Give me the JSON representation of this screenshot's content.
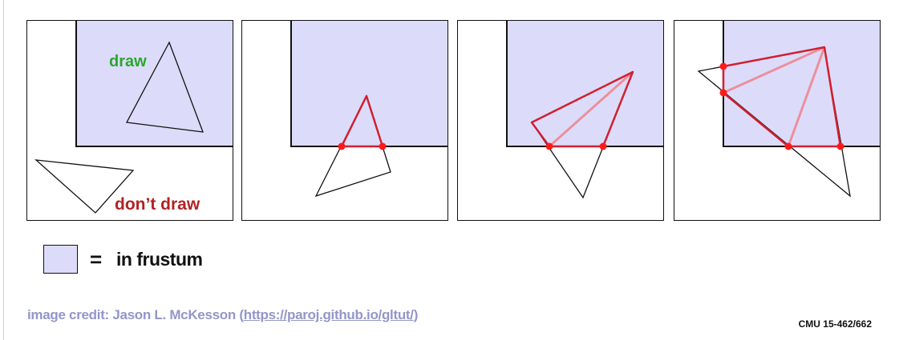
{
  "colors": {
    "frustum_fill": "#dcdcfa",
    "draw_label": "#2ea52e",
    "dont_draw_label": "#b22222",
    "clipped_edge": "#d21f2f",
    "inner_edge": "#ec8f9c",
    "intersection_point": "#ff1a1a",
    "credit_text": "#9496c8"
  },
  "panels": [
    {
      "labels": {
        "draw": "draw",
        "dont_draw": "don’t draw"
      }
    },
    {},
    {},
    {}
  ],
  "legend": {
    "equals": "=",
    "text": "in frustum"
  },
  "footer": {
    "credit_prefix": "image credit: Jason L. McKesson (",
    "credit_link": "https://paroj.github.io/gltut/",
    "credit_suffix": ")",
    "course": "CMU 15-462/662"
  }
}
